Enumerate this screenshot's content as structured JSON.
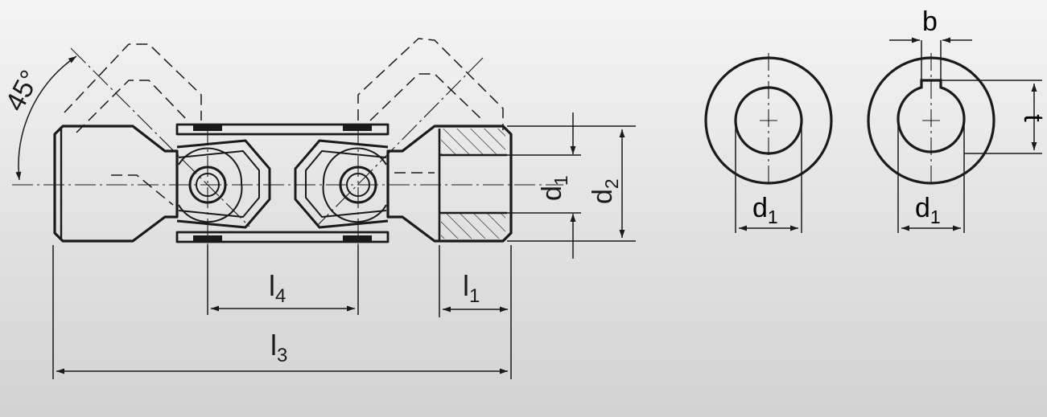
{
  "labels": {
    "angle": "45°",
    "d1_side": {
      "main": "d",
      "sub": "1"
    },
    "d2_side": {
      "main": "d",
      "sub": "2"
    },
    "l4": {
      "main": "l",
      "sub": "4"
    },
    "l1": {
      "main": "l",
      "sub": "1"
    },
    "l3": {
      "main": "l",
      "sub": "3"
    },
    "d1_end_plain": {
      "main": "d",
      "sub": "1"
    },
    "d1_end_keyed": {
      "main": "d",
      "sub": "1"
    },
    "b": "b",
    "t": "t"
  },
  "colors": {
    "background_top": "#f4f4f4",
    "background_bottom": "#d4d4d4",
    "ink": "#1a1a1a"
  }
}
